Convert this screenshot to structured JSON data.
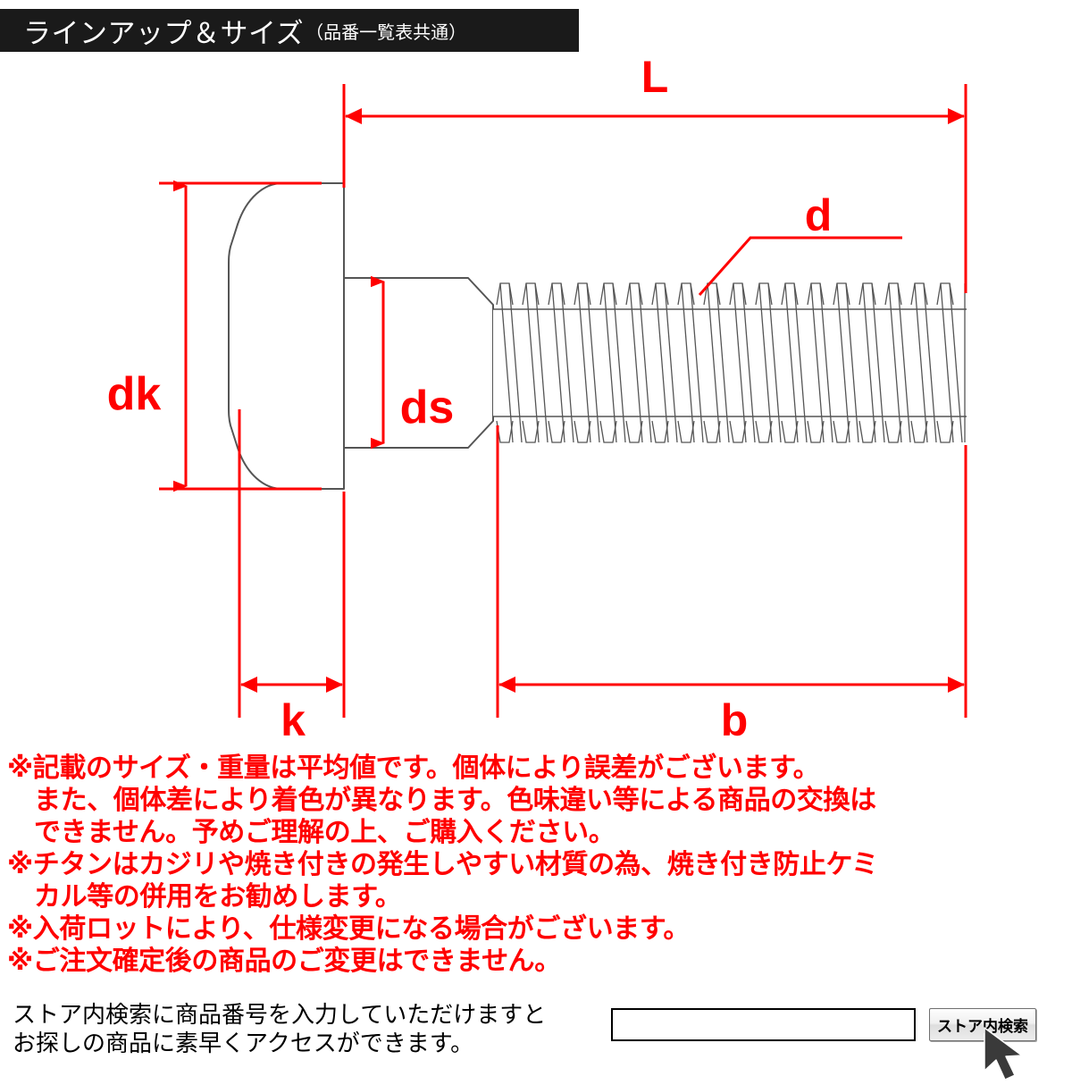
{
  "header": {
    "title": "ラインアップ＆サイズ",
    "subtitle": "（品番一覧表共通）",
    "bg_color": "#1a1a1a",
    "text_color": "#ffffff"
  },
  "diagram": {
    "alt": "ボタンボルト寸法図",
    "accent_color": "#ff0000",
    "line_color": "#555555",
    "labels": {
      "length_total": "L",
      "thread_diameter": "d",
      "head_diameter": "dk",
      "shank_diameter": "ds",
      "head_height": "k",
      "thread_length": "b"
    }
  },
  "notes": [
    {
      "text": "※記載のサイズ・重量は平均値です。個体により誤差がございます。",
      "indent": false
    },
    {
      "text": "また、個体差により着色が異なります。色味違い等による商品の交換は",
      "indent": true
    },
    {
      "text": "できません。予めご理解の上、ご購入ください。",
      "indent": true
    },
    {
      "text": "※チタンはカジリや焼き付きの発生しやすい材質の為、焼き付き防止ケミ",
      "indent": false
    },
    {
      "text": "カル等の併用をお勧めします。",
      "indent": true
    },
    {
      "text": "※入荷ロットにより、仕様変更になる場合がございます。",
      "indent": false
    },
    {
      "text": "※ご注文確定後の商品のご変更はできません。",
      "indent": false
    }
  ],
  "search": {
    "description_line1": "ストア内検索に商品番号を入力していただけますと",
    "description_line2": "お探しの商品に素早くアクセスができます。",
    "input_value": "",
    "input_placeholder": "",
    "button_label": "ストア内検索",
    "cursor_icon": "mouse-pointer-icon"
  }
}
